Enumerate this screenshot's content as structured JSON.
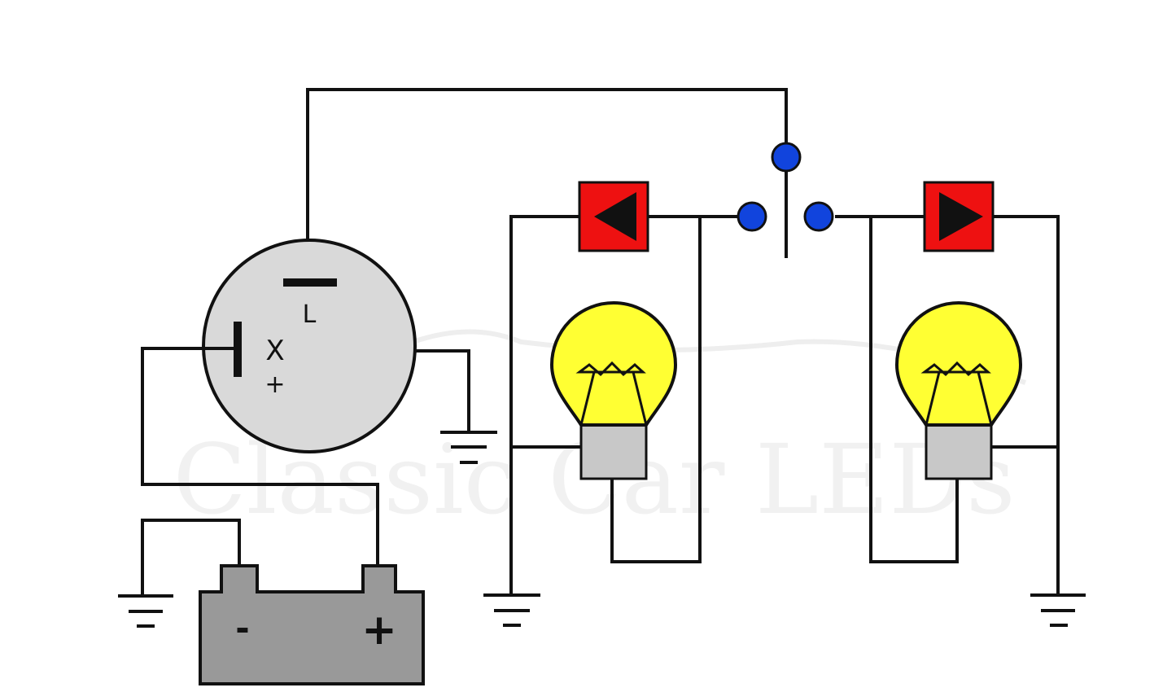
{
  "flasher": {
    "terminal_l_label": "L",
    "terminal_x_label": "X",
    "terminal_x_sign": "+",
    "body_color": "#d9d9d9"
  },
  "battery": {
    "negative_label": "-",
    "positive_label": "+",
    "body_color": "#999999"
  },
  "indicators": {
    "color": "#ee1111",
    "left_arrow": "◀",
    "right_arrow": "▶"
  },
  "lamps": {
    "bulb_color": "#ffff33",
    "base_color": "#c8c8c8"
  },
  "switch": {
    "contact_color": "#1144dd"
  },
  "watermark": {
    "text": "Classic Car LEDs"
  }
}
